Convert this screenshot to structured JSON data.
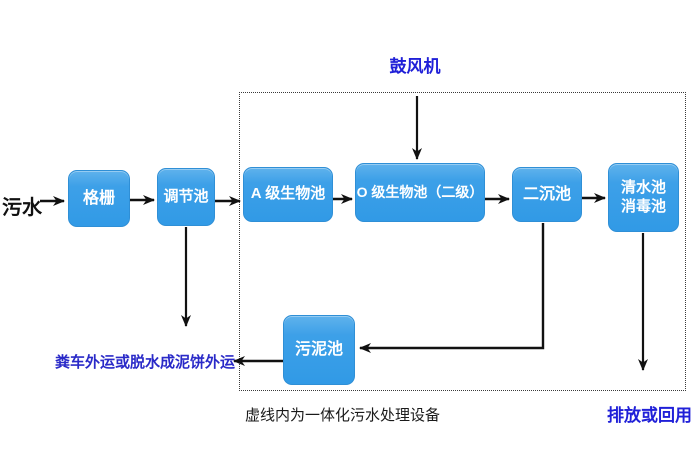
{
  "diagram": {
    "title_none_visible": "",
    "source_label": "污水",
    "blower_label": "鼓风机",
    "nodes": {
      "grid": "格栅",
      "regulating_tank": "调节池",
      "a_bio_tank": "A 级生物池",
      "o_bio_tank": "O 级生物池（二级）",
      "secondary_sedimentation_tank": "二沉池",
      "clear_water_tank_line1": "清水池",
      "clear_water_tank_line2": "消毒池",
      "sludge_tank": "污泥池"
    },
    "outputs": {
      "sludge_disposal": "粪车外运或脱水成泥饼外运",
      "discharge": "排放或回用"
    },
    "boundary_caption": "虚线内为一体化污水处理设备",
    "colors": {
      "node_fill": "#3da0e8",
      "node_border": "#2f8fd6",
      "node_text": "#ffffff",
      "blue_label_text": "#2020d8",
      "black_text": "#111111",
      "arrow_line": "#111111",
      "background": "#ffffff"
    }
  }
}
